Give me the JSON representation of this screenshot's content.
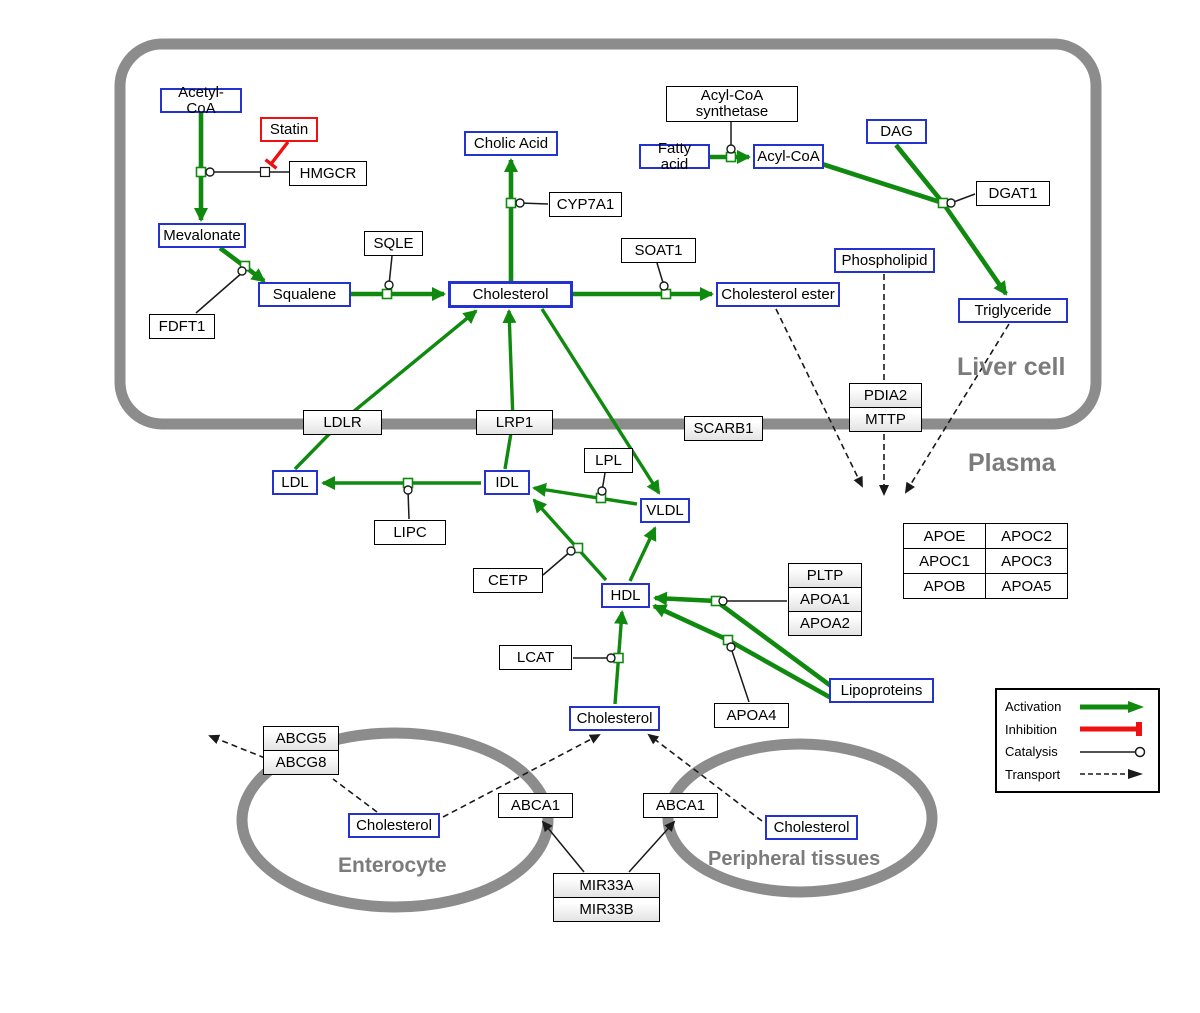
{
  "regions": {
    "liver_cell": "Liver cell",
    "plasma": "Plasma",
    "enterocyte": "Enterocyte",
    "peripheral_tissues": "Peripheral tissues"
  },
  "nodes": {
    "acetyl_coa": "Acetyl-CoA",
    "statin": "Statin",
    "hmgcr": "HMGCR",
    "mevalonate": "Mevalonate",
    "fdft1": "FDFT1",
    "squalene": "Squalene",
    "sqle": "SQLE",
    "cholesterol_liver": "Cholesterol",
    "cholic_acid": "Cholic Acid",
    "cyp7a1": "CYP7A1",
    "soat1": "SOAT1",
    "cholesterol_ester": "Cholesterol ester",
    "acyl_coa_synthetase": "Acyl-CoA synthetase",
    "fatty_acid": "Fatty acid",
    "acyl_coa": "Acyl-CoA",
    "dag": "DAG",
    "dgat1": "DGAT1",
    "phospholipid": "Phospholipid",
    "triglyceride": "Triglyceride",
    "ldlr": "LDLR",
    "lrp1": "LRP1",
    "scarb1": "SCARB1",
    "pdia2": "PDIA2",
    "mttp": "MTTP",
    "ldl": "LDL",
    "idl": "IDL",
    "lipc": "LIPC",
    "lpl": "LPL",
    "vldl": "VLDL",
    "cetp": "CETP",
    "hdl": "HDL",
    "pltp": "PLTP",
    "apoa1": "APOA1",
    "apoa2": "APOA2",
    "lcat": "LCAT",
    "apoa4": "APOA4",
    "lipoproteins": "Lipoproteins",
    "cholesterol_plasma": "Cholesterol",
    "abcg5": "ABCG5",
    "abcg8": "ABCG8",
    "cholesterol_enterocyte": "Cholesterol",
    "abca1_left": "ABCA1",
    "abca1_right": "ABCA1",
    "cholesterol_peripheral": "Cholesterol",
    "mir33a": "MIR33A",
    "mir33b": "MIR33B"
  },
  "apo_table": {
    "rows": [
      [
        "APOE",
        "APOC2"
      ],
      [
        "APOC1",
        "APOC3"
      ],
      [
        "APOB",
        "APOA5"
      ]
    ]
  },
  "legend": {
    "activation": "Activation",
    "inhibition": "Inhibition",
    "catalysis": "Catalysis",
    "transport": "Transport"
  },
  "colors": {
    "activation_green": "#0f8a0f",
    "inhibition_red": "#ee1111",
    "metabolite_border_blue": "#2433cf",
    "membrane_gray": "#8c8c8c"
  }
}
